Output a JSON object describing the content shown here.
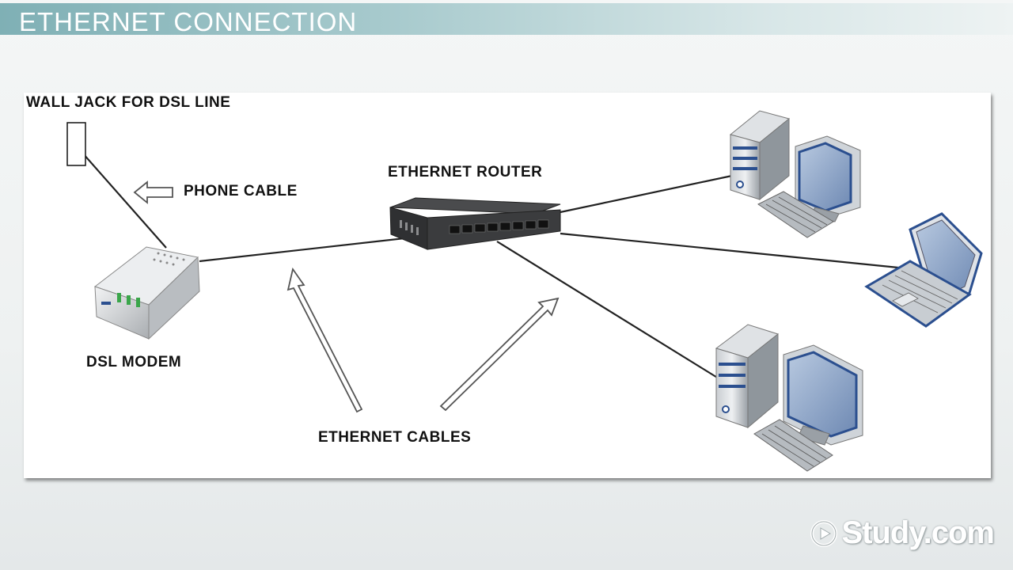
{
  "header": {
    "title": "ETHERNET CONNECTION"
  },
  "labels": {
    "wall_jack": "WALL JACK FOR DSL LINE",
    "phone_cable": "PHONE CABLE",
    "router": "ETHERNET ROUTER",
    "modem": "DSL MODEM",
    "cables": "ETHERNET CABLES"
  },
  "icons": {
    "wall_jack": "wall-jack-icon",
    "modem": "dsl-modem-icon",
    "router": "ethernet-router-icon",
    "desktop_top": "desktop-computer-icon",
    "laptop": "laptop-icon",
    "desktop_bottom": "desktop-computer-icon",
    "arrow": "arrow-icon"
  },
  "colors": {
    "title_bar": "#7fb0b5",
    "device_blue": "#2b4f8f",
    "cable": "#222222"
  },
  "logo": {
    "text": "Study.com"
  }
}
